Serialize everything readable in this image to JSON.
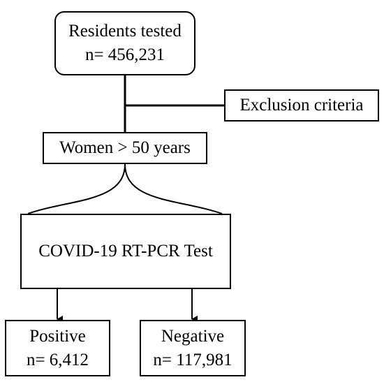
{
  "flowchart": {
    "residents": {
      "title": "Residents tested",
      "count": "n= 456,231"
    },
    "exclusion": {
      "label": "Exclusion criteria"
    },
    "women": {
      "label": "Women > 50 years"
    },
    "test": {
      "label": "COVID-19 RT-PCR Test"
    },
    "positive": {
      "title": "Positive",
      "count": "n= 6,412"
    },
    "negative": {
      "title": "Negative",
      "count": "n= 117,981"
    }
  },
  "colors": {
    "line": "#000000",
    "box_border": "#000000",
    "background": "#ffffff"
  }
}
